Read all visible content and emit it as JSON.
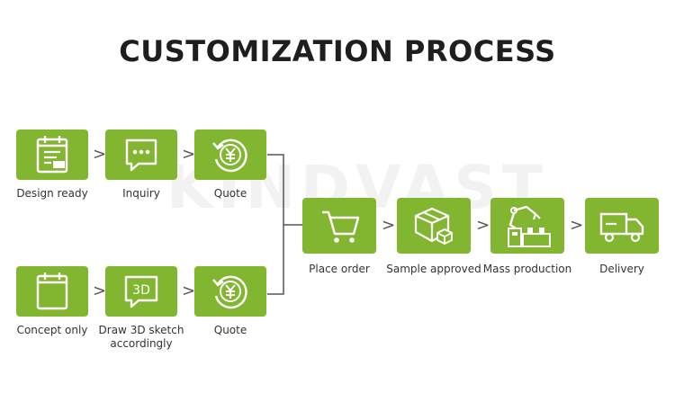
{
  "title": "CUSTOMIZATION PROCESS",
  "watermark": "KINDVAST",
  "colors": {
    "box": "#83b630",
    "icon": "#ffffff",
    "connector": "#555555"
  },
  "arrow_glyph": ">",
  "row_top": [
    {
      "icon": "calendar-document-icon",
      "label": "Design ready"
    },
    {
      "icon": "chat-bubble-icon",
      "label": "Inquiry"
    },
    {
      "icon": "yen-refresh-icon",
      "label": "Quote"
    }
  ],
  "row_bottom": [
    {
      "icon": "blank-page-icon",
      "label": "Concept only"
    },
    {
      "icon": "3d-badge-icon",
      "label": "Draw 3D sketch\naccordingly",
      "badge": "3D"
    },
    {
      "icon": "yen-refresh-icon",
      "label": "Quote"
    }
  ],
  "row_main": [
    {
      "icon": "shopping-cart-icon",
      "label": "Place order"
    },
    {
      "icon": "package-box-icon",
      "label": "Sample approved"
    },
    {
      "icon": "robot-arm-icon",
      "label": "Mass production"
    },
    {
      "icon": "delivery-truck-icon",
      "label": "Delivery"
    }
  ]
}
